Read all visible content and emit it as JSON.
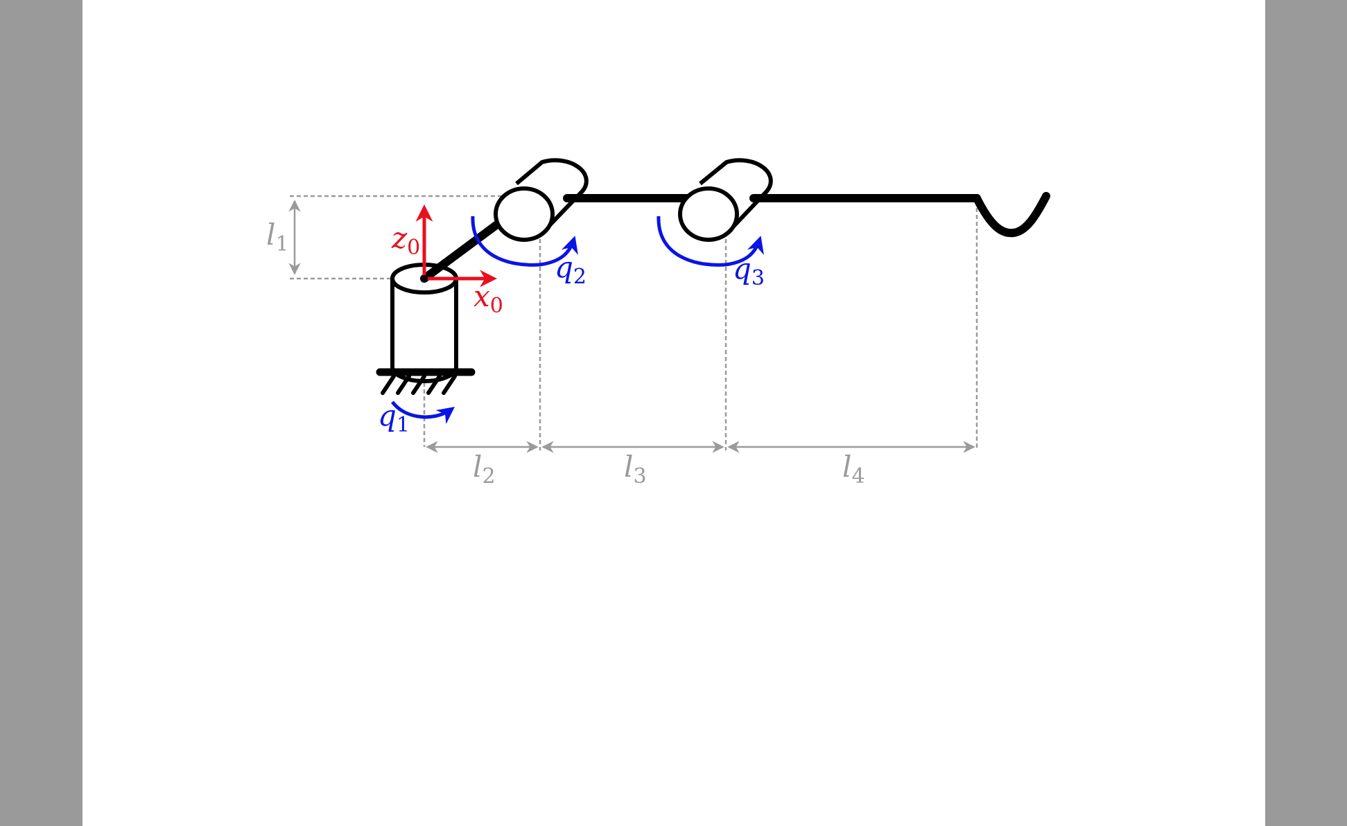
{
  "colors": {
    "background": "#9a9a9a",
    "page": "#ffffff",
    "link": "#000000",
    "frame": "#e8101e",
    "joint_arrow": "#0a14e6",
    "dimension": "#9a9a9a"
  },
  "diagram": {
    "frame_labels": {
      "z": {
        "base": "z",
        "sub": "0"
      },
      "x": {
        "base": "x",
        "sub": "0"
      }
    },
    "joint_labels": [
      {
        "base": "q",
        "sub": "1"
      },
      {
        "base": "q",
        "sub": "2"
      },
      {
        "base": "q",
        "sub": "3"
      }
    ],
    "length_labels": [
      {
        "base": "l",
        "sub": "1"
      },
      {
        "base": "l",
        "sub": "2"
      },
      {
        "base": "l",
        "sub": "3"
      },
      {
        "base": "l",
        "sub": "4"
      }
    ]
  }
}
